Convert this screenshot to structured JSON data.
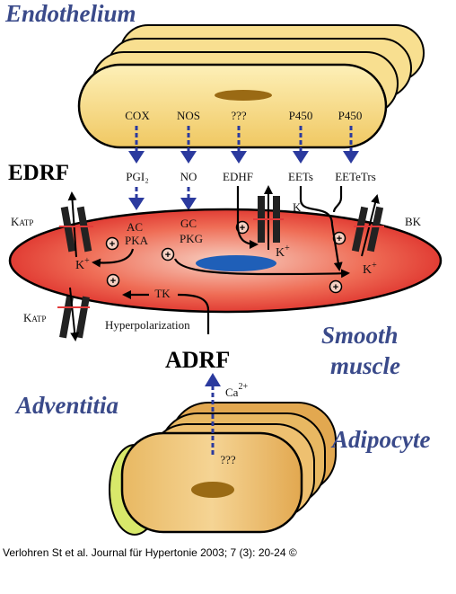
{
  "titles": {
    "endothelium": "Endothelium",
    "smooth_muscle_1": "Smooth",
    "smooth_muscle_2": "muscle",
    "adventitia": "Adventitia",
    "adipocyte": "Adipocyte",
    "edrf": "EDRF",
    "adrf": "ADRF"
  },
  "enzymes": [
    "COX",
    "NOS",
    "???",
    "P450",
    "P450"
  ],
  "mediators": [
    "PGI₂",
    "NO",
    "EDHF",
    "EETs",
    "EETeTrs"
  ],
  "intracellular": {
    "ac": "AC",
    "pka": "PKA",
    "gc": "GC",
    "pkg": "PKG",
    "tk": "TK",
    "hyperpolarization": "Hyperpolarization"
  },
  "channels": {
    "katp_top_k": "K",
    "katp_top_rest": "ATP",
    "katp_bottom_k": "K",
    "katp_bottom_rest": "ATP",
    "k": "K",
    "bk": "BK",
    "k_plus": "K",
    "plus_sign": "+"
  },
  "adipocyte_labels": {
    "ca": "Ca",
    "ca_charge": "2+",
    "unknown": "???"
  },
  "caption": "Verlohren St et al. Journal für Hypertonie 2003; 7 (3): 20-24 ©",
  "colors": {
    "endothelium_fill": "#f8df90",
    "muscle_fill": "#e23a3a",
    "nucleus_muscle": "#1f5fb8",
    "nucleus_cell": "#9a6a14",
    "adipocyte_fill": "#e7b25e",
    "adipocyte_back": "#d8e86a",
    "arrow_blue": "#2b3a9e",
    "title_blue": "#3a4a8a"
  }
}
